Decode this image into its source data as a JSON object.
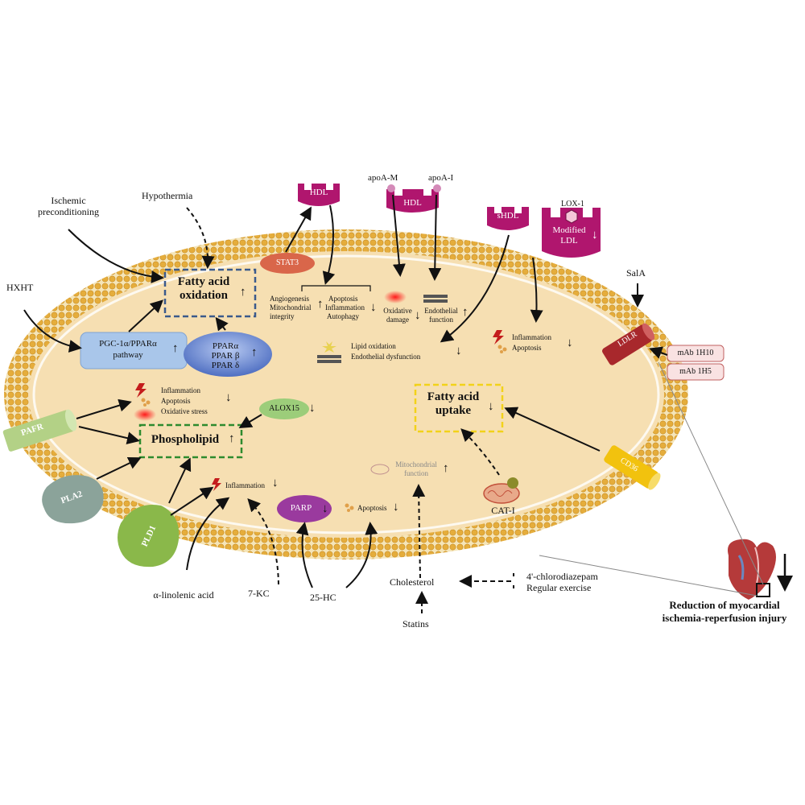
{
  "inputs": {
    "ischemic": "Ischemic preconditioning",
    "hypothermia": "Hypothermia",
    "hxht": "HXHT",
    "sala": "SalA",
    "mab1": "mAb 1H10",
    "mab2": "mAb 1H5",
    "alpha_linolenic": "α-linolenic acid",
    "kc7": "7-KC",
    "hc25": "25-HC",
    "cholesterol": "Cholesterol",
    "statins": "Statins",
    "chlorodiazepam": "4'-chlorodiazepam",
    "exercise": "Regular exercise"
  },
  "receptors": {
    "pafr": "PAFR",
    "pla2": "PLA2",
    "pld1": "PLD1",
    "cd36": "CD36",
    "ldlr": "LDLR",
    "hdl1": "HDL",
    "hdl2": "HDL",
    "apoam": "apoA-M",
    "apoai": "apoA-I",
    "shdl": "sHDL",
    "lox1": "LOX-1",
    "modified_ldl": "Modified LDL"
  },
  "nodes": {
    "fa_oxidation": "Fatty acid oxidation",
    "fa_uptake": "Fatty acid uptake",
    "phospholipid": "Phospholipid",
    "pgc": "PGC-1α/PPARα pathway",
    "ppar_a": "PPARα",
    "ppar_b": "PPAR β",
    "ppar_d": "PPAR δ",
    "stat3": "STAT3",
    "alox15": "ALOX15",
    "parp": "PARP",
    "cat1": "CAT-I"
  },
  "effects": {
    "angiogenesis": "Angiogenesis",
    "mito_integrity": "Mitochondrial integrity",
    "apoptosis1": "Apoptosis",
    "inflammation1": "Inflammation",
    "autophagy": "Autophagy",
    "oxidative_damage": "Oxidative damage",
    "endothelial_function": "Endothelial function",
    "lipid_oxidation": "Lipid oxidation",
    "endothelial_dysfunction": "Endothelial dysfunction",
    "inflammation2": "Inflammation",
    "apoptosis2": "Apoptosis",
    "inflammation3": "Inflammation",
    "apoptosis3": "Apoptosis",
    "oxidative_stress": "Oxidative stress",
    "inflammation4": "Inflammation",
    "apoptosis4": "Apoptosis",
    "mito_function": "Mitochondrial function"
  },
  "outcome": {
    "line1": "Reduction of myocardial",
    "line2": "ischemia-reperfusion injury"
  },
  "colors": {
    "membrane": "#e8b94a",
    "cytoplasm": "#f6dfb2",
    "fao_border": "#3b5a8c",
    "uptake_border": "#f2d21a",
    "phospho_border": "#2e8b2e",
    "hdl": "#b0166e",
    "ldlr": "#a8282c",
    "cd36": "#f2c20e",
    "pld": "#8ab84a",
    "pgc": "#a9c6ea",
    "ppar": "#5e7fcf"
  }
}
